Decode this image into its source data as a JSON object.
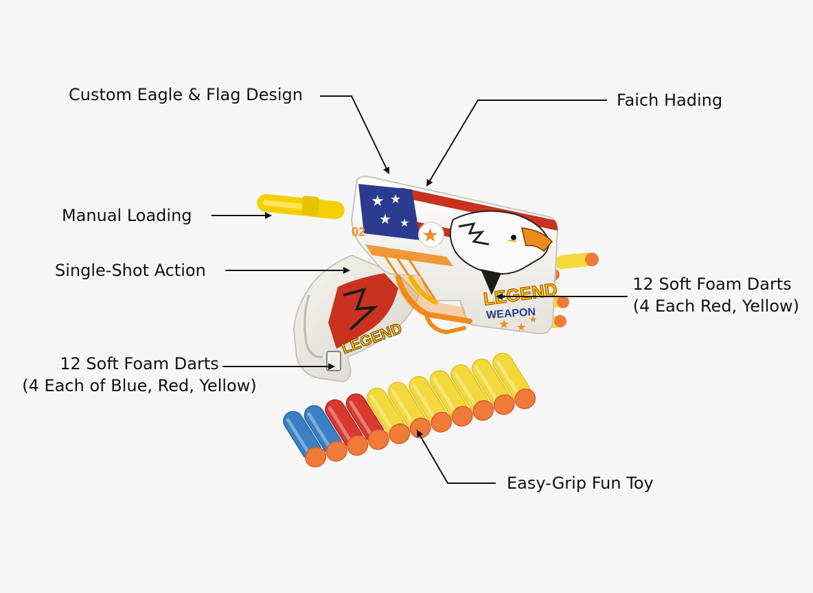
{
  "callouts": {
    "custom_eagle": "Custom Eagle & Flag Design",
    "faich_hading": "Faich Hading",
    "manual_loading": "Manual Loading",
    "single_shot": "Single-Shot Action",
    "foam_darts_right": {
      "line1": "12 Soft Foam Darts",
      "line2": "(4 Each Red, Yellow)"
    },
    "foam_darts_left": {
      "line1": "12 Soft Foam Darts",
      "line2": "(4 Each of Blue, Red, Yellow)"
    },
    "easy_grip": "Easy-Grip Fun Toy"
  },
  "blaster_graphics": {
    "badge_number": "02",
    "logo_text": "LEGEND",
    "weapon_text": "WEAPON",
    "grip_logo_text": "LEGEND"
  },
  "dart_colors": [
    "blue",
    "blue",
    "red",
    "red",
    "yellow",
    "yellow",
    "yellow",
    "yellow",
    "yellow",
    "yellow",
    "yellow"
  ],
  "colors": {
    "background": "#f7f7f7",
    "blaster_body": "#f1efe9",
    "flag_blue": "#2b3b8f",
    "flag_red": "#c8321f",
    "orange_accent": "#f08a1a",
    "dart_blue": "#3a7fc4",
    "dart_red": "#d83a2e",
    "dart_yellow": "#f3d83a",
    "dart_tip": "#f07a3a",
    "text": "#111111"
  }
}
